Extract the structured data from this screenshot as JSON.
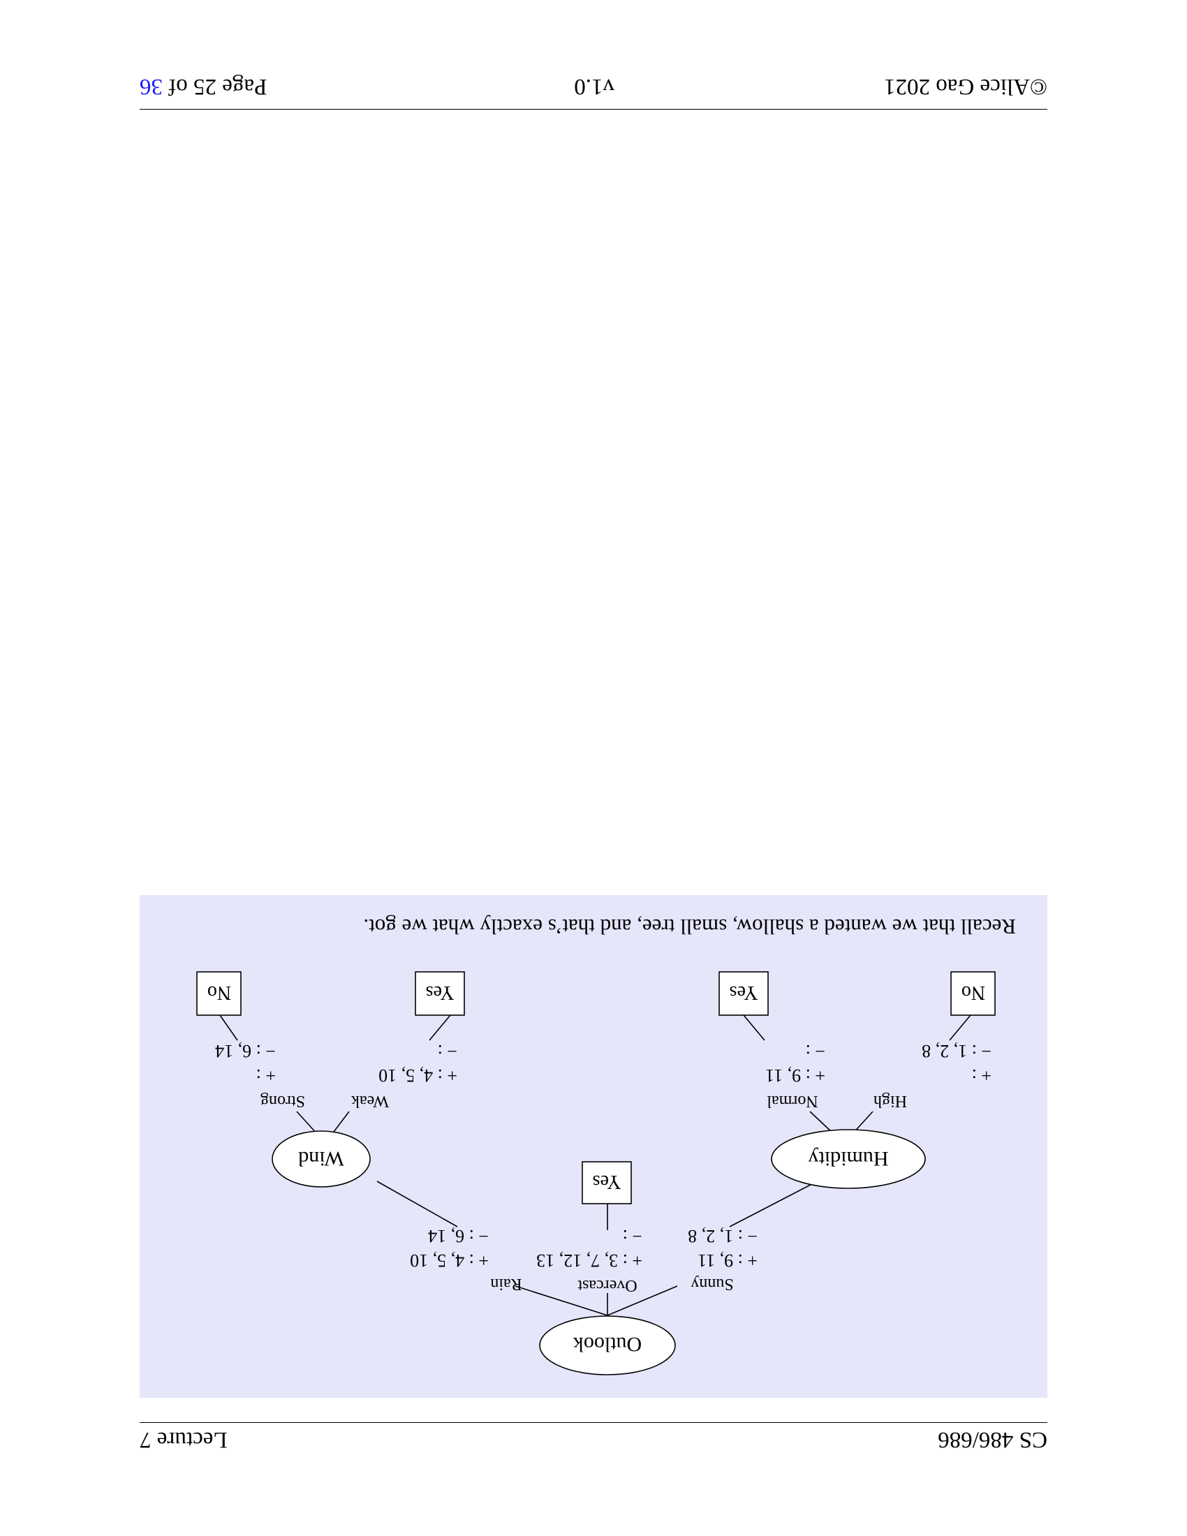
{
  "header": {
    "course": "CS 486/686",
    "lecture": "Lecture 7"
  },
  "footer": {
    "copyright": "©Alice Gao 2021",
    "version": "v1.0",
    "page_prefix": "Page 25 of",
    "page_total": "36"
  },
  "tree": {
    "root": "Outlook",
    "branches": {
      "sunny": "Sunny",
      "overcast": "Overcast",
      "rain": "Rain"
    },
    "sunny_plus": "+ : 9, 11",
    "sunny_minus": "− : 1, 2, 8",
    "overcast_plus": "+ : 3, 7, 12, 13",
    "overcast_minus": "− :",
    "rain_plus": "+ : 4, 5, 10",
    "rain_minus": "− : 6, 14",
    "humidity": {
      "label": "Humidity",
      "high": "High",
      "normal": "Normal",
      "high_plus": "+ :",
      "high_minus": "− : 1, 2, 8",
      "normal_plus": "+ : 9, 11",
      "normal_minus": "− :",
      "high_leaf": "No",
      "normal_leaf": "Yes"
    },
    "overcast_leaf": "Yes",
    "wind": {
      "label": "Wind",
      "weak": "Weak",
      "strong": "Strong",
      "weak_plus": "+ : 4, 5, 10",
      "weak_minus": "− :",
      "strong_plus": "+ :",
      "strong_minus": "− : 6, 14",
      "weak_leaf": "Yes",
      "strong_leaf": "No"
    }
  },
  "caption": "Recall that we wanted a shallow, small tree, and that’s exactly what we got."
}
